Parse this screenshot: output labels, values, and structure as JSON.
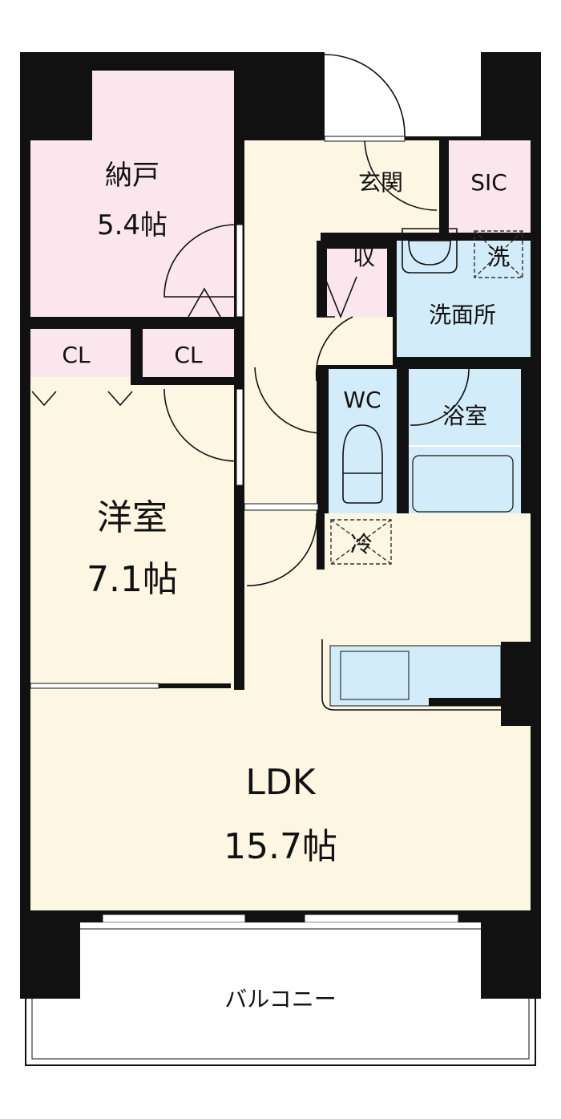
{
  "rooms": {
    "storage_room": {
      "name": "納戸",
      "size": "5.4帖"
    },
    "closet_left": {
      "name": "CL"
    },
    "closet_right": {
      "name": "CL"
    },
    "western_room": {
      "name": "洋室",
      "size": "7.1帖"
    },
    "entrance": {
      "name": "玄関"
    },
    "shoe_closet": {
      "name": "SIC"
    },
    "storage": {
      "name": "収"
    },
    "washroom": {
      "name": "洗面所"
    },
    "washer": {
      "name": "洗"
    },
    "toilet": {
      "name": "WC"
    },
    "bathroom": {
      "name": "浴室"
    },
    "fridge": {
      "name": "冷"
    },
    "ldk": {
      "name": "LDK",
      "size": "15.7帖"
    },
    "balcony": {
      "name": "バルコニー"
    }
  },
  "colors": {
    "wall": "#111111",
    "pink": "#fbe6ee",
    "cream": "#fdf6e3",
    "blue": "#d3ecf9"
  }
}
